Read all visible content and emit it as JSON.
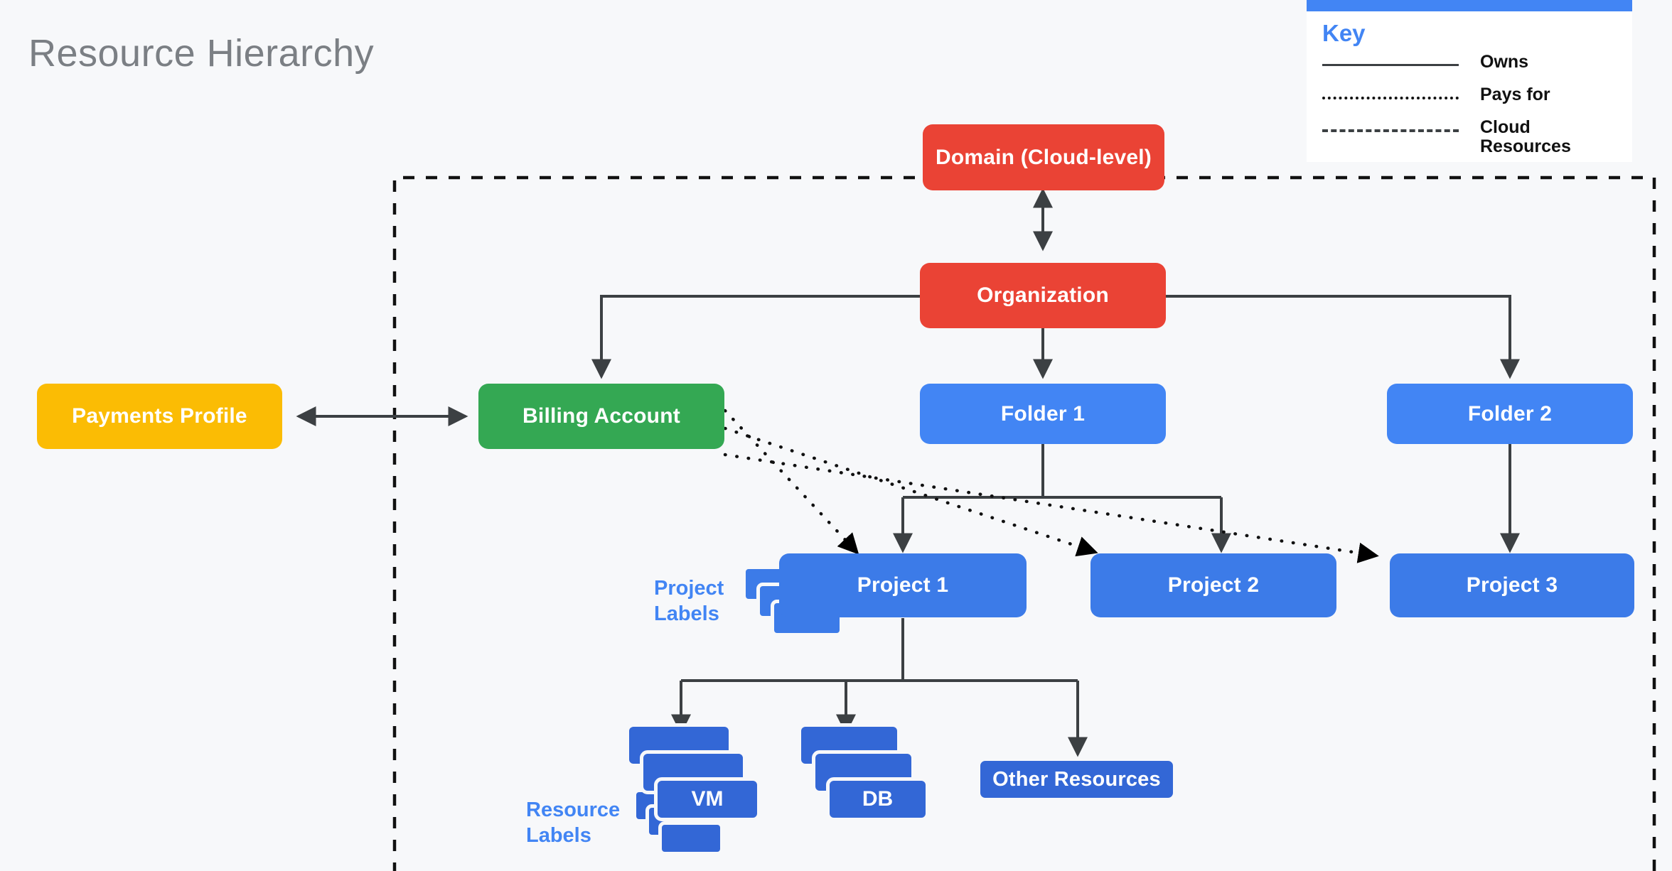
{
  "page": {
    "title": "Resource Hierarchy",
    "background": "#F7F8FA"
  },
  "key": {
    "title": "Key",
    "accent": "#4285F4",
    "rows": [
      {
        "style": "solid",
        "label": "Owns"
      },
      {
        "style": "dotted",
        "label": "Pays for"
      },
      {
        "style": "dashed",
        "label": "Cloud Resources"
      }
    ]
  },
  "colors": {
    "red": "#EA4335",
    "green": "#34A853",
    "yellow": "#FBBC04",
    "blue": "#4285F4",
    "dark_blue": "#3367D6",
    "line": "#3C4043",
    "label_blue": "#4285F4"
  },
  "nodes": {
    "domain": "Domain (Cloud-level)",
    "organization": "Organization",
    "payments_profile": "Payments Profile",
    "billing_account": "Billing Account",
    "folder_1": "Folder 1",
    "folder_2": "Folder 2",
    "project_1": "Project 1",
    "project_2": "Project 2",
    "project_3": "Project 3",
    "other_resources": "Other Resources",
    "vm": "VM",
    "db": "DB"
  },
  "side_labels": {
    "project_labels": "Project\nLabels",
    "project_labels_line1": "Project",
    "project_labels_line2": "Labels",
    "resource_labels_line1": "Resource",
    "resource_labels_line2": "Labels"
  },
  "chart_data": {
    "type": "diagram",
    "title": "Resource Hierarchy",
    "boundary": {
      "style": "dashed",
      "label": "Cloud Resources boundary"
    },
    "edges": [
      {
        "from": "Domain (Cloud-level)",
        "to": "Organization",
        "type": "owns",
        "bidirectional": true
      },
      {
        "from": "Payments Profile",
        "to": "Billing Account",
        "type": "owns",
        "bidirectional": true
      },
      {
        "from": "Organization",
        "to": "Billing Account",
        "type": "owns"
      },
      {
        "from": "Organization",
        "to": "Folder 1",
        "type": "owns"
      },
      {
        "from": "Organization",
        "to": "Folder 2",
        "type": "owns"
      },
      {
        "from": "Folder 1",
        "to": "Project 1",
        "type": "owns"
      },
      {
        "from": "Folder 1",
        "to": "Project 2",
        "type": "owns"
      },
      {
        "from": "Folder 2",
        "to": "Project 3",
        "type": "owns"
      },
      {
        "from": "Billing Account",
        "to": "Project 1",
        "type": "pays for"
      },
      {
        "from": "Billing Account",
        "to": "Project 2",
        "type": "pays for"
      },
      {
        "from": "Billing Account",
        "to": "Project 3",
        "type": "pays for"
      },
      {
        "from": "Project 1",
        "to": "VM",
        "type": "owns"
      },
      {
        "from": "Project 1",
        "to": "DB",
        "type": "owns"
      },
      {
        "from": "Project 1",
        "to": "Other Resources",
        "type": "owns"
      }
    ]
  }
}
